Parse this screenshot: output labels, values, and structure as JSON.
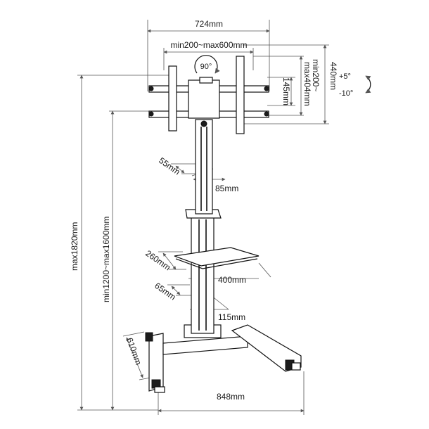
{
  "labels": {
    "vesa_width": "724mm",
    "vesa_width_range": "min200~max600mm",
    "rotation": "90°",
    "vesa_height": "440mm",
    "vesa_height_range_1": "min200~",
    "vesa_height_range_2": "max404mm",
    "bracket_height": "145mm",
    "tilt_up": "+5°",
    "tilt_down": "-10°",
    "column_depth": "55mm",
    "column_width": "85mm",
    "total_height": "max1820mm",
    "height_range": "min1200~max1600mm",
    "shelf_depth": "260mm",
    "shelf_width": "400mm",
    "base_column_depth": "65mm",
    "base_column_width": "115mm",
    "base_depth": "610mm",
    "base_width": "848mm"
  },
  "colors": {
    "line": "#111111",
    "dimension": "#555555",
    "background": "#ffffff"
  }
}
